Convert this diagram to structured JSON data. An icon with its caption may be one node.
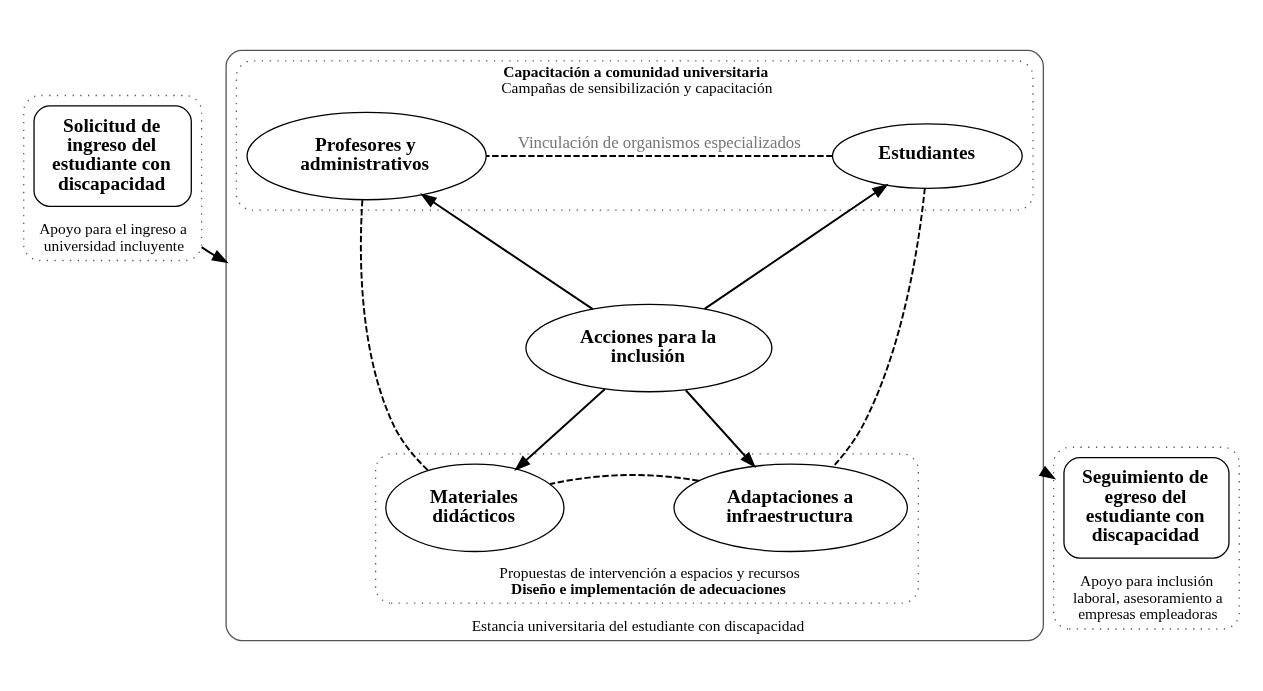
{
  "diagram": {
    "nodes": [
      {
        "text": [
          "Apoyo para el ingreso a universidad incluyente"
        ]
      },
      {
        "text": [
          "Solicitud de ingreso del estudiante con discapacidad"
        ],
        "in": 0
      },
      {
        "text": [
          "Estancia universitaria del estudiante con discapacidad"
        ]
      },
      {
        "text": [
          "Capacitación a comunidad universitaria",
          "Campañas de sensibilización y capacitación"
        ],
        "in": 2
      },
      {
        "text": [
          "Estudiantes"
        ],
        "in": 3
      },
      {
        "text": [
          "Profesores y administrativos"
        ],
        "in": 3
      },
      {
        "text": [
          "Acciones para la inclusión"
        ],
        "in": 2
      },
      {
        "text": [
          "Propuestas de intervención a espacios y recursos",
          "Diseño e implementación de adecuaciones"
        ],
        "in": 2
      },
      {
        "text": [
          "Adaptaciones a infraestructura"
        ],
        "in": 7
      },
      {
        "text": [
          "Materiales didácticos"
        ],
        "in": 7
      },
      {
        "text": [
          "Apoyo para inclusión laboral, asesoramiento a empresas empleadoras"
        ]
      },
      {
        "text": [
          "Seguimiento de egreso del estudiante con discapacidad"
        ],
        "in": 10
      }
    ],
    "edges": [
      {
        "from": 0,
        "to": 2,
        "arrow": "to"
      },
      {
        "from": 6,
        "to": 4,
        "arrow": "to"
      },
      {
        "from": 6,
        "to": 5,
        "arrow": "to"
      },
      {
        "from": 6,
        "to": 8,
        "arrow": "to"
      },
      {
        "from": 6,
        "to": 9,
        "arrow": "to"
      },
      {
        "from": 4,
        "to": 5,
        "arrow": "none",
        "style": "dashed",
        "label": "Vinculación de organismos especializados"
      },
      {
        "from": 4,
        "to": 8,
        "arrow": "none",
        "style": "dashed"
      },
      {
        "from": 5,
        "to": 9,
        "arrow": "none",
        "style": "dashed"
      },
      {
        "from": 8,
        "to": 9,
        "arrow": "none",
        "style": "dashed"
      },
      {
        "from": 2,
        "to": 10,
        "arrow": "to"
      }
    ]
  }
}
